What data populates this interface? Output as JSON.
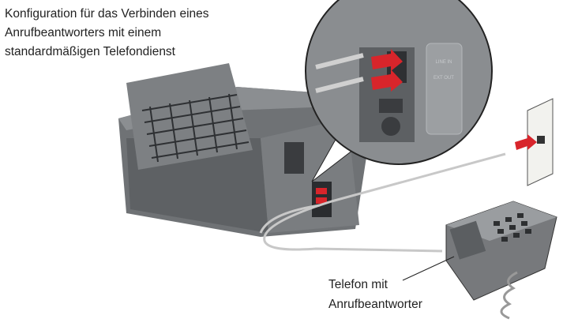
{
  "title_lines": [
    "Konfiguration für das Verbinden eines",
    "Anrufbeantworters mit einem",
    "standardmäßigen Telefondienst"
  ],
  "callout_lines": [
    "Telefon mit",
    "Anrufbeantworter"
  ],
  "port_labels": [
    "LINE IN",
    "EXT OUT"
  ],
  "colors": {
    "printer": "#6f7275",
    "arrow": "#d8252b",
    "cord": "#c8c8c8",
    "phone": "#77797c",
    "wall_plate": "#f2f2ee"
  }
}
